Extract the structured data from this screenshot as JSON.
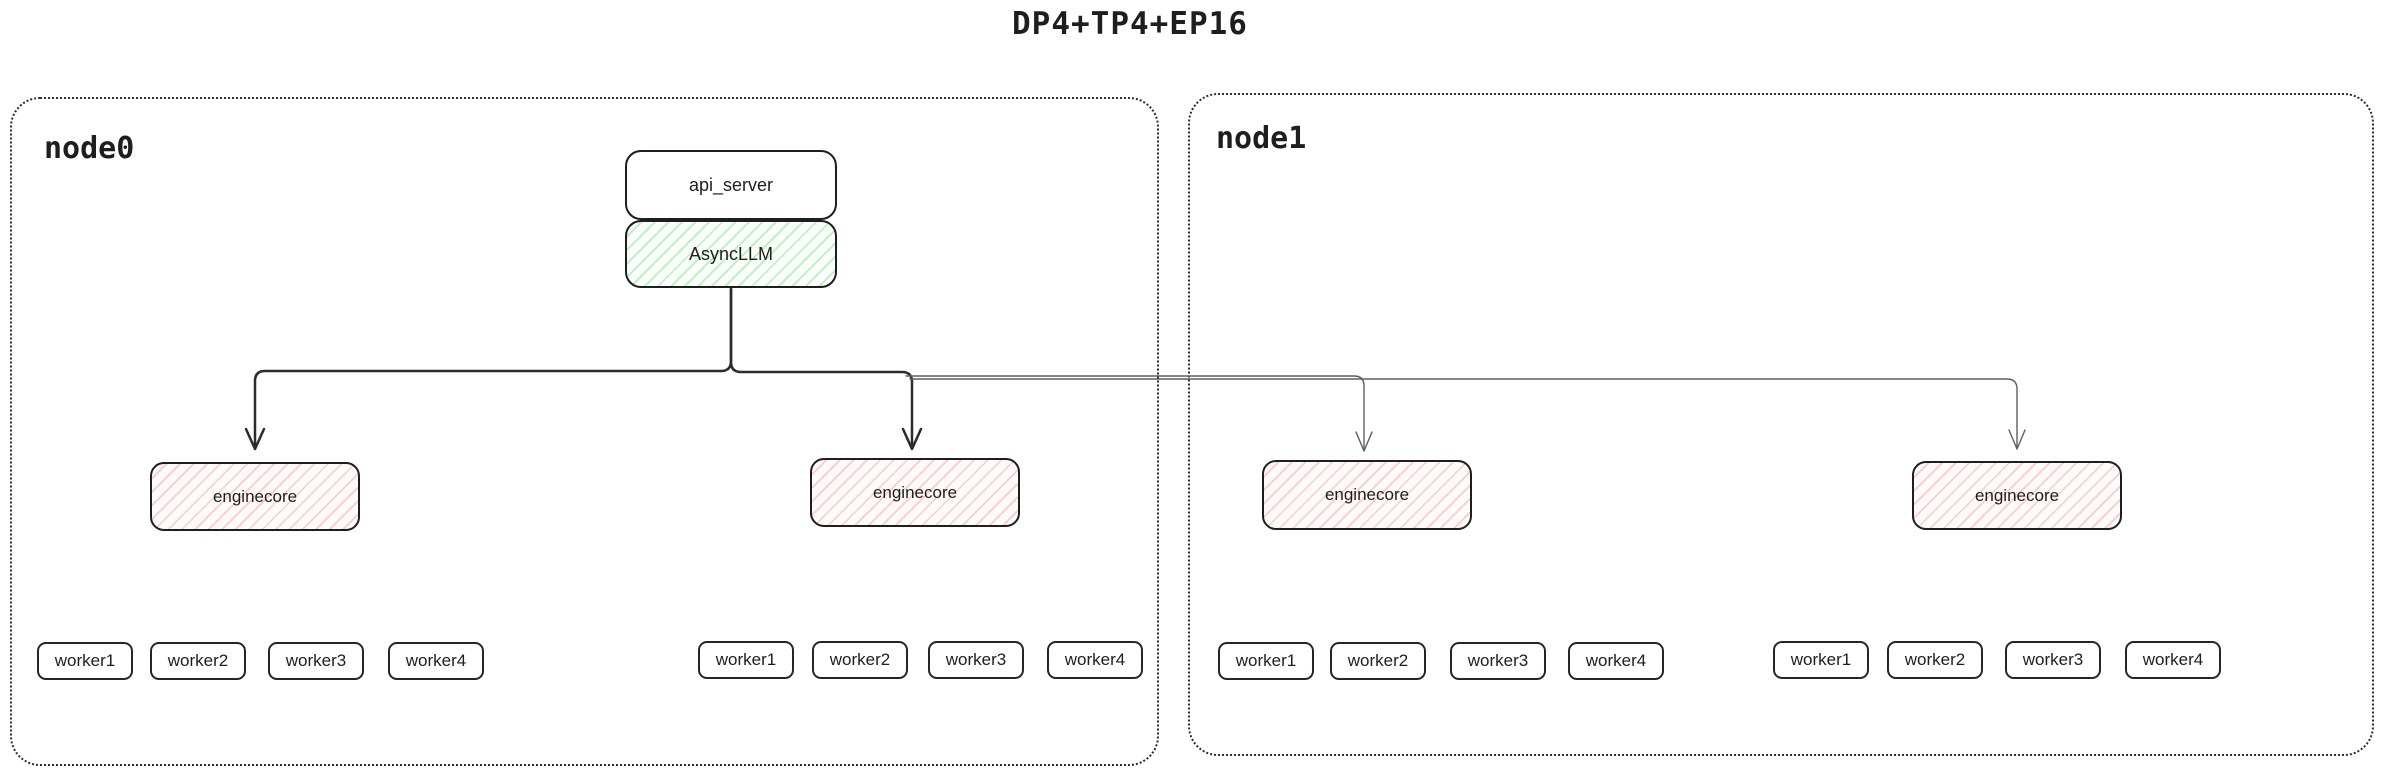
{
  "title": "DP4+TP4+EP16",
  "colors": {
    "green_hatch": "#b2f2bb",
    "red_hatch": "#ffc9c9",
    "box_stroke": "#1e1e1e",
    "thick_arrow": "#2b2b2b",
    "thin_arrow": "#5f5f5f"
  },
  "node0": {
    "label": "node0",
    "api_server_label": "api_server",
    "async_llm_label": "AsyncLLM",
    "enginecores": [
      {
        "label": "enginecore",
        "workers": [
          "worker1",
          "worker2",
          "worker3",
          "worker4"
        ]
      },
      {
        "label": "enginecore",
        "workers": [
          "worker1",
          "worker2",
          "worker3",
          "worker4"
        ]
      }
    ]
  },
  "node1": {
    "label": "node1",
    "enginecores": [
      {
        "label": "enginecore",
        "workers": [
          "worker1",
          "worker2",
          "worker3",
          "worker4"
        ]
      },
      {
        "label": "enginecore",
        "workers": [
          "worker1",
          "worker2",
          "worker3",
          "worker4"
        ]
      }
    ]
  }
}
